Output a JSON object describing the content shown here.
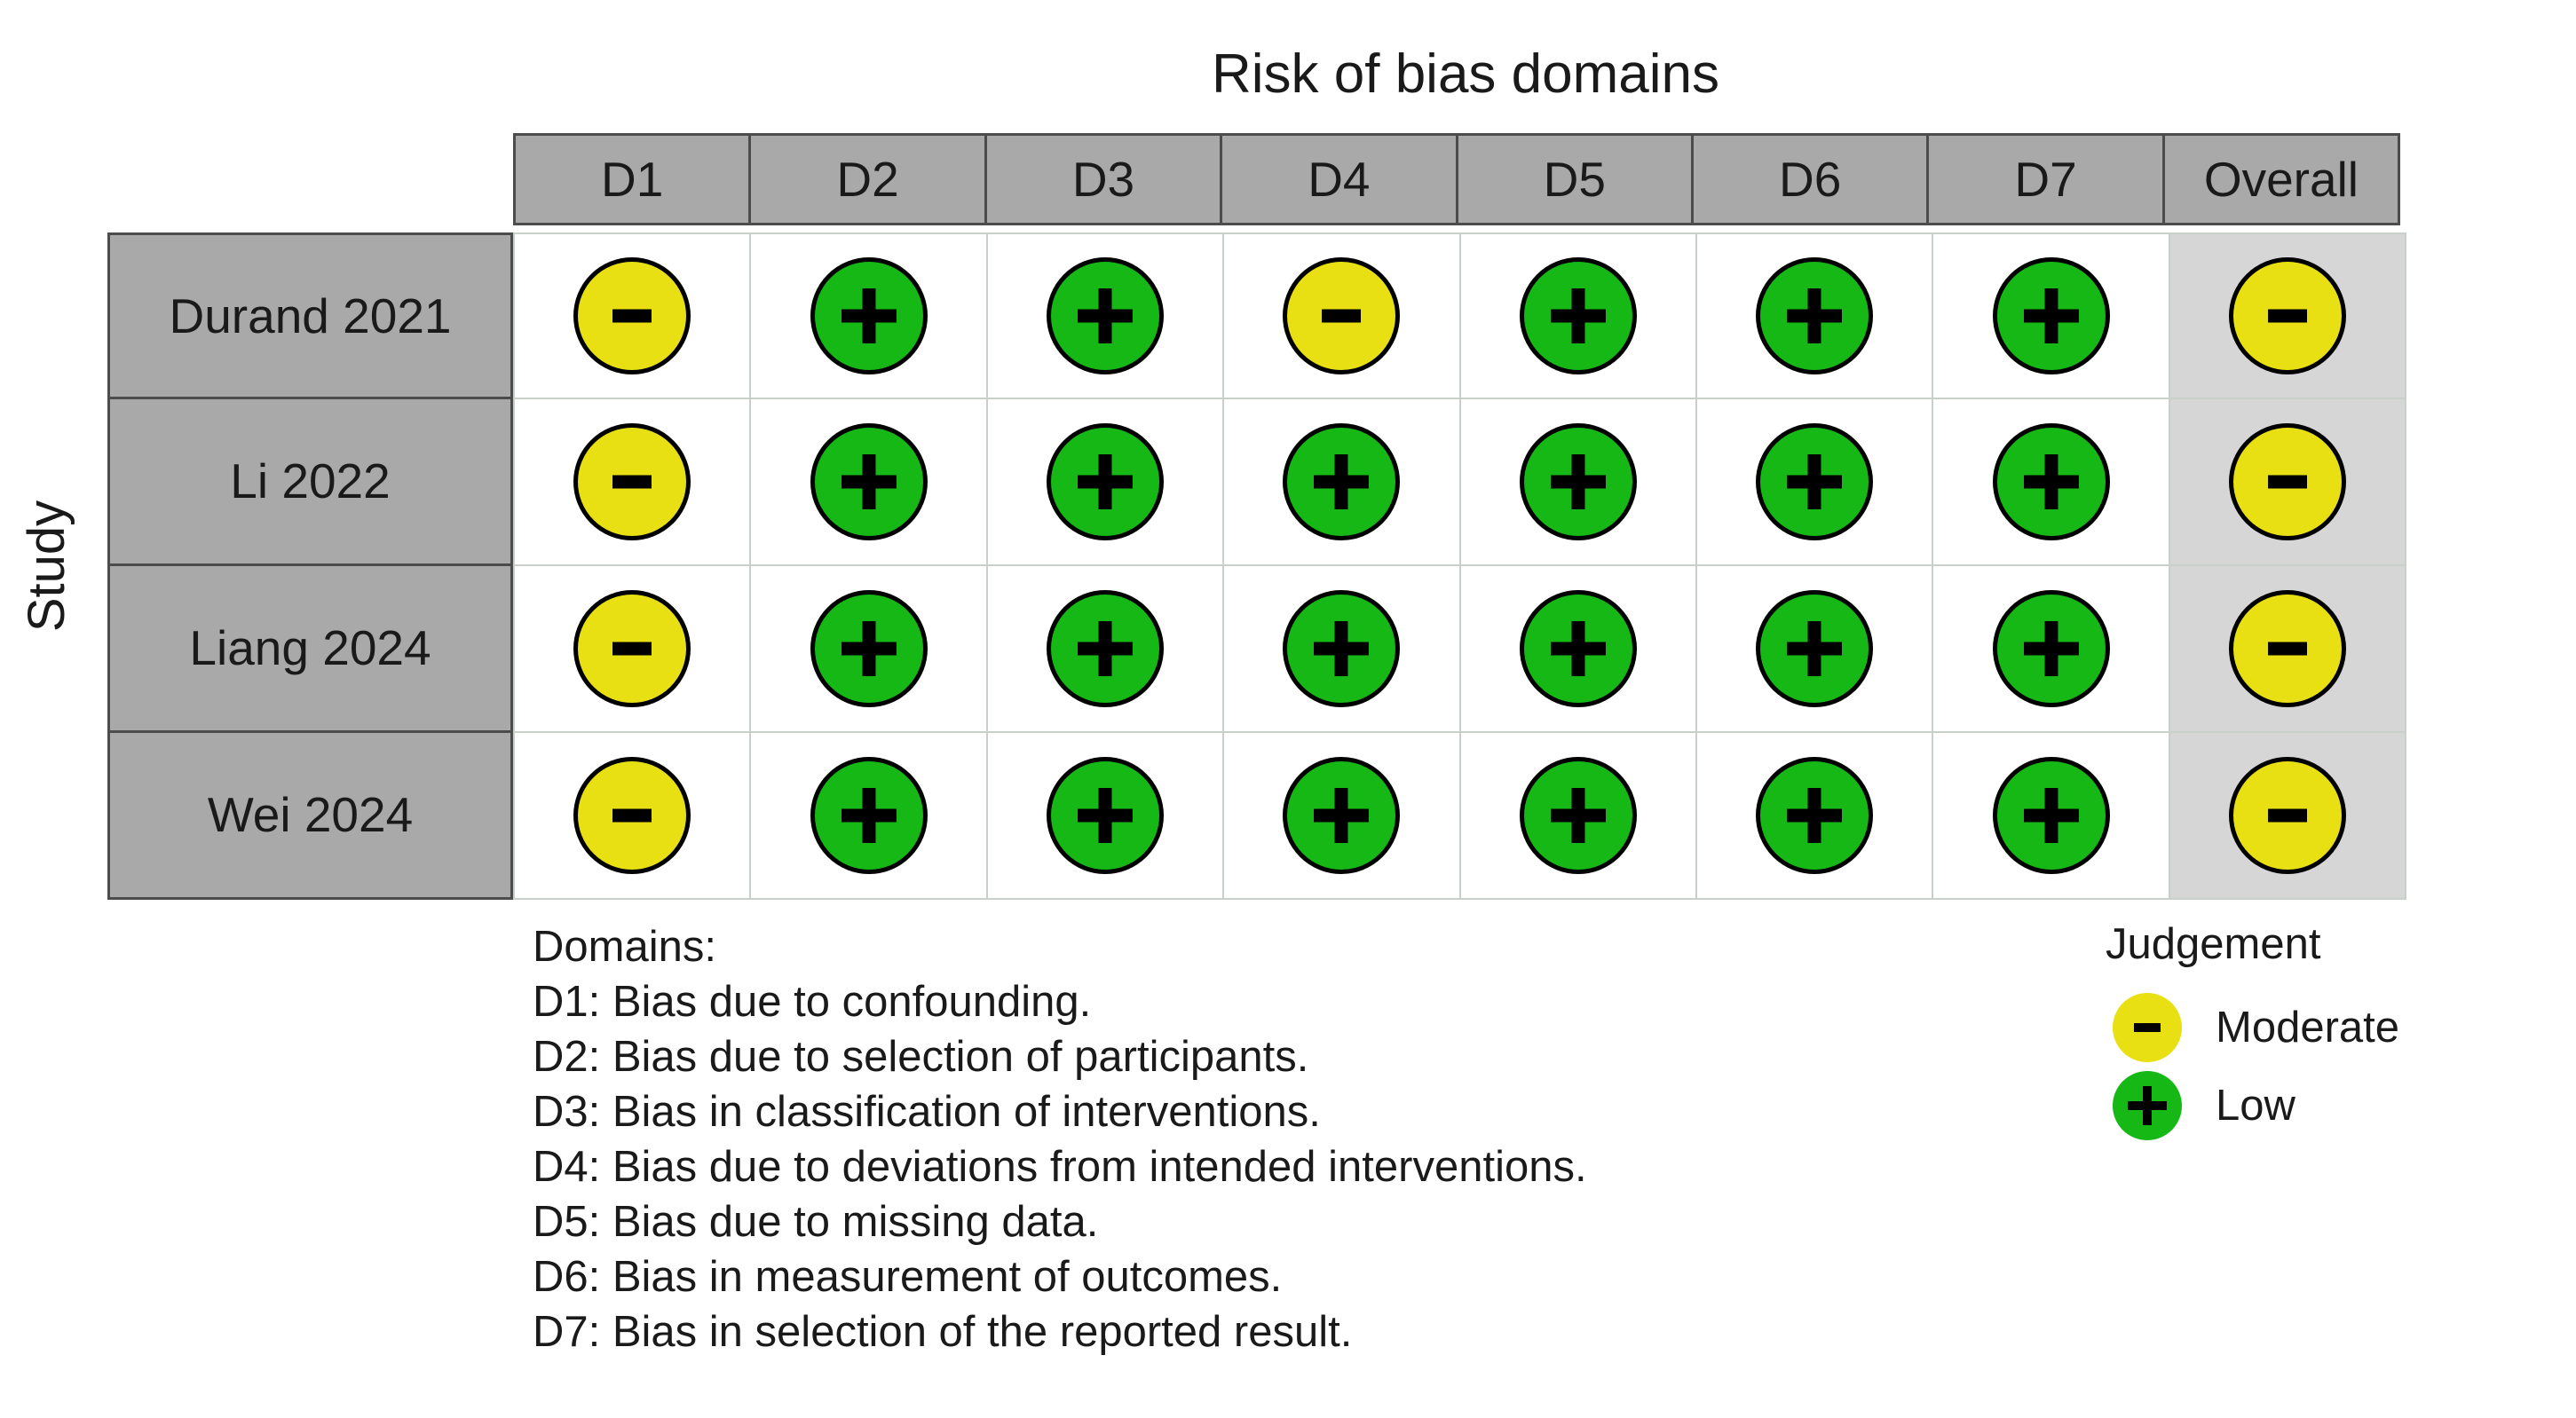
{
  "chart_data": {
    "type": "table",
    "title": "Risk of bias domains",
    "ylabel": "Study",
    "columns": [
      "D1",
      "D2",
      "D3",
      "D4",
      "D5",
      "D6",
      "D7",
      "Overall"
    ],
    "rows": [
      "Durand 2021",
      "Li 2022",
      "Liang 2024",
      "Wei 2024"
    ],
    "legend_position": "right",
    "judgement_levels": [
      "Moderate",
      "Low"
    ],
    "judgement_colors": {
      "Moderate": "#e9e013",
      "Low": "#16b816"
    },
    "judgement_symbols": {
      "Moderate": "-",
      "Low": "+"
    },
    "cells": [
      {
        "study": "Durand 2021",
        "values": [
          "Moderate",
          "Low",
          "Low",
          "Moderate",
          "Low",
          "Low",
          "Low",
          "Moderate"
        ]
      },
      {
        "study": "Li 2022",
        "values": [
          "Moderate",
          "Low",
          "Low",
          "Low",
          "Low",
          "Low",
          "Low",
          "Moderate"
        ]
      },
      {
        "study": "Liang 2024",
        "values": [
          "Moderate",
          "Low",
          "Low",
          "Low",
          "Low",
          "Low",
          "Low",
          "Moderate"
        ]
      },
      {
        "study": "Wei 2024",
        "values": [
          "Moderate",
          "Low",
          "Low",
          "Low",
          "Low",
          "Low",
          "Low",
          "Moderate"
        ]
      }
    ]
  },
  "title": "Risk of bias domains",
  "axis": {
    "y_label": "Study"
  },
  "header": {
    "cells": [
      "D1",
      "D2",
      "D3",
      "D4",
      "D5",
      "D6",
      "D7",
      "Overall"
    ]
  },
  "rows": [
    {
      "label": "Durand 2021",
      "values": [
        "Moderate",
        "Low",
        "Low",
        "Moderate",
        "Low",
        "Low",
        "Low",
        "Moderate"
      ]
    },
    {
      "label": "Li 2022",
      "values": [
        "Moderate",
        "Low",
        "Low",
        "Low",
        "Low",
        "Low",
        "Low",
        "Moderate"
      ]
    },
    {
      "label": "Liang 2024",
      "values": [
        "Moderate",
        "Low",
        "Low",
        "Low",
        "Low",
        "Low",
        "Low",
        "Moderate"
      ]
    },
    {
      "label": "Wei 2024",
      "values": [
        "Moderate",
        "Low",
        "Low",
        "Low",
        "Low",
        "Low",
        "Low",
        "Moderate"
      ]
    }
  ],
  "domains_key": {
    "heading": "Domains:",
    "lines": [
      "D1: Bias due to confounding.",
      "D2: Bias due to selection of participants.",
      "D3: Bias in classification of interventions.",
      "D4: Bias due to deviations from intended interventions.",
      "D5: Bias due to missing data.",
      "D6: Bias in measurement of outcomes.",
      "D7: Bias in selection of the reported result."
    ]
  },
  "legend": {
    "title": "Judgement",
    "items": [
      {
        "label": "Moderate",
        "symbol": "-",
        "color": "#e9e013"
      },
      {
        "label": "Low",
        "symbol": "+",
        "color": "#16b816"
      }
    ]
  }
}
